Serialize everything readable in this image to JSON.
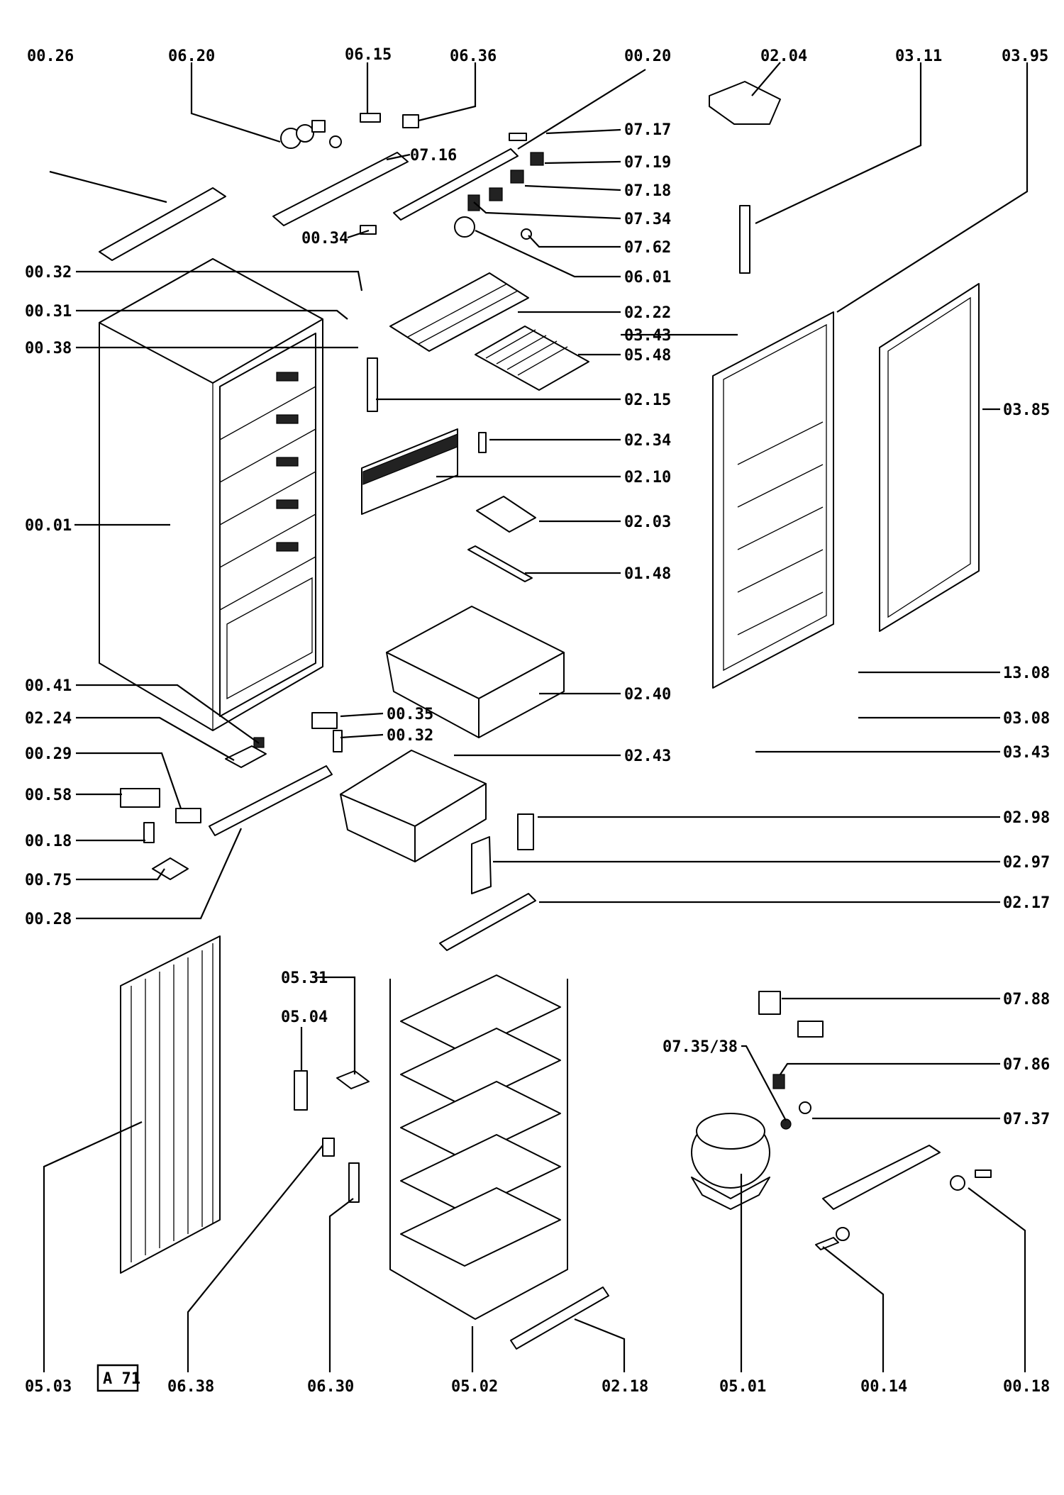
{
  "diagram": {
    "code_box": "A 71",
    "labels": [
      "00.26",
      "06.20",
      "06.15",
      "06.36",
      "00.20",
      "02.04",
      "03.11",
      "03.95",
      "07.17",
      "07.16",
      "07.19",
      "07.18",
      "07.34",
      "07.62",
      "00.34",
      "06.01",
      "00.32",
      "00.31",
      "00.38",
      "02.22",
      "03.43",
      "05.48",
      "02.15",
      "03.85",
      "02.34",
      "02.10",
      "00.01",
      "02.03",
      "01.48",
      "00.41",
      "02.40",
      "13.08",
      "02.24",
      "00.35",
      "00.32",
      "03.08",
      "00.29",
      "02.43",
      "03.43",
      "00.58",
      "02.98",
      "00.18",
      "02.97",
      "00.75",
      "02.17",
      "00.28",
      "05.31",
      "07.88",
      "05.04",
      "07.35/38",
      "07.86",
      "07.37",
      "05.03",
      "06.38",
      "06.30",
      "05.02",
      "02.18",
      "05.01",
      "00.14",
      "00.18"
    ]
  }
}
